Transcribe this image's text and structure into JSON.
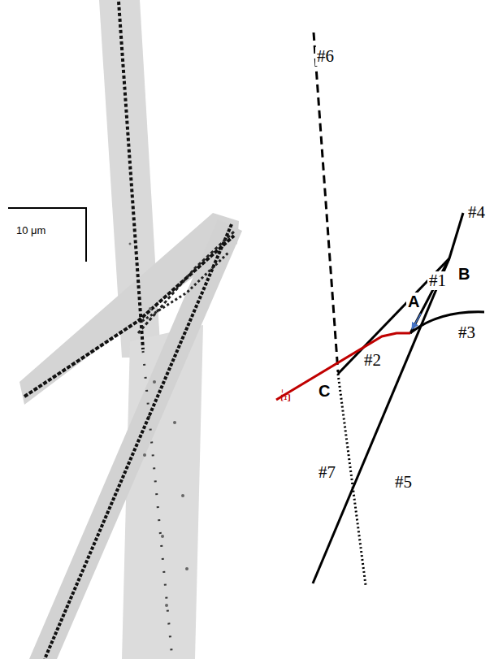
{
  "diagram": {
    "labels": [
      "10 μm",
      "#6",
      "#4",
      "A",
      "#1",
      "B",
      "#3",
      "Ξ⁻",
      "#2",
      "C",
      "#5",
      "#7"
    ]
  }
}
